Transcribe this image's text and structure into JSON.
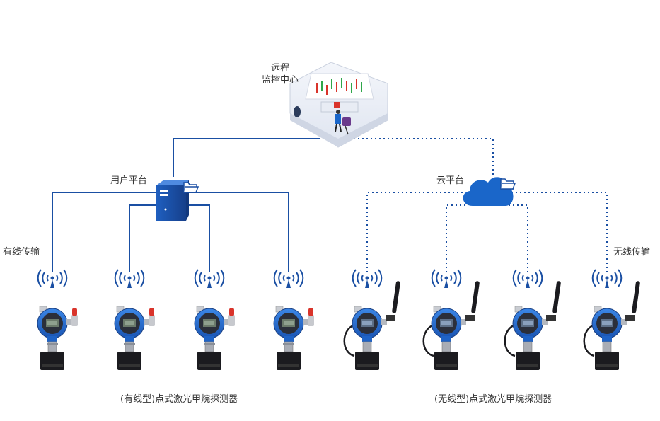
{
  "labels": {
    "remote_line1": "远程",
    "remote_line2": "监控中心",
    "user_platform": "用户平台",
    "cloud_platform": "云平台",
    "wired_transmission": "有线传输",
    "wireless_transmission": "无线传输",
    "wired_detector": "(有线型)点式激光甲烷探测器",
    "wireless_detector": "(无线型)点式激光甲烷探测器"
  },
  "colors": {
    "line": "#1a4fa3",
    "device_blue": "#1f63c6",
    "device_dark": "#1b1b1f",
    "alarm_red": "#d9342b",
    "cloud": "#1a66c9"
  },
  "icons": [
    "monitoring-room-icon",
    "server-icon",
    "folder-icon",
    "cloud-icon",
    "antenna-signal-icon",
    "gas-detector-icon"
  ]
}
